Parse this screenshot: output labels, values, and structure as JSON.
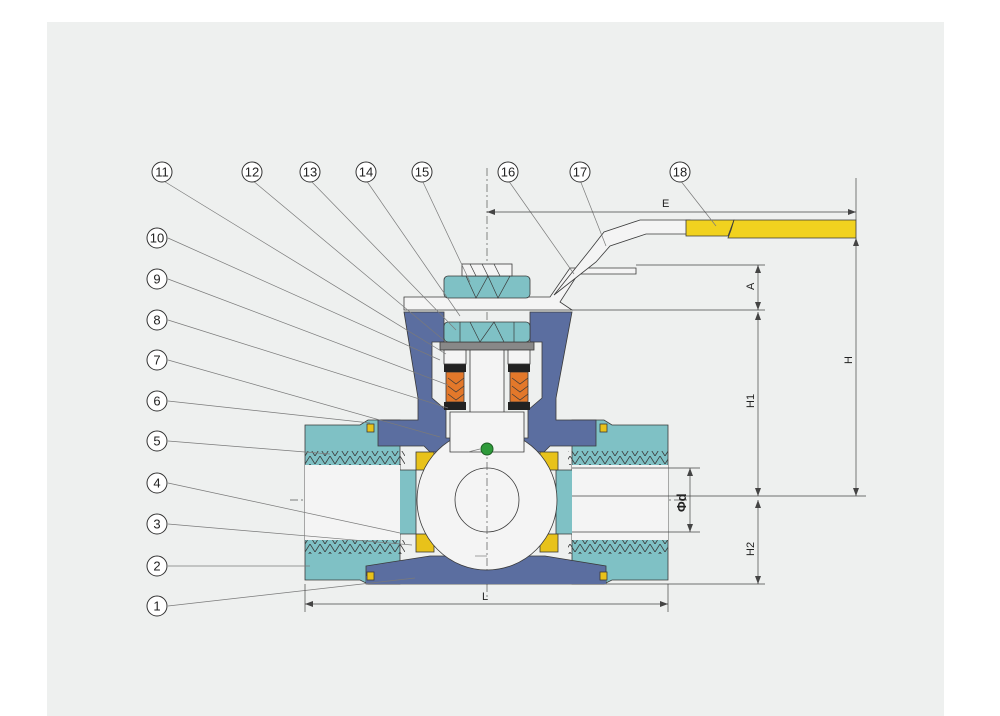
{
  "callouts": [
    {
      "num": "1"
    },
    {
      "num": "2"
    },
    {
      "num": "3"
    },
    {
      "num": "4"
    },
    {
      "num": "5"
    },
    {
      "num": "6"
    },
    {
      "num": "7"
    },
    {
      "num": "8"
    },
    {
      "num": "9"
    },
    {
      "num": "10"
    },
    {
      "num": "11"
    },
    {
      "num": "12"
    },
    {
      "num": "13"
    },
    {
      "num": "14"
    },
    {
      "num": "15"
    },
    {
      "num": "16"
    },
    {
      "num": "17"
    },
    {
      "num": "18"
    }
  ],
  "dimensions": {
    "E": "E",
    "A": "A",
    "H": "H",
    "H1": "H1",
    "H2": "H2",
    "L": "L",
    "d": "Φd"
  },
  "colors": {
    "body": "#5b6ea0",
    "end_cap": "#7fc1c5",
    "seat": "#e8c21a",
    "handle": "#f1d21f",
    "packing": "#e3782a",
    "ball": "#f4f4f4",
    "panel": "#eef0ef"
  }
}
